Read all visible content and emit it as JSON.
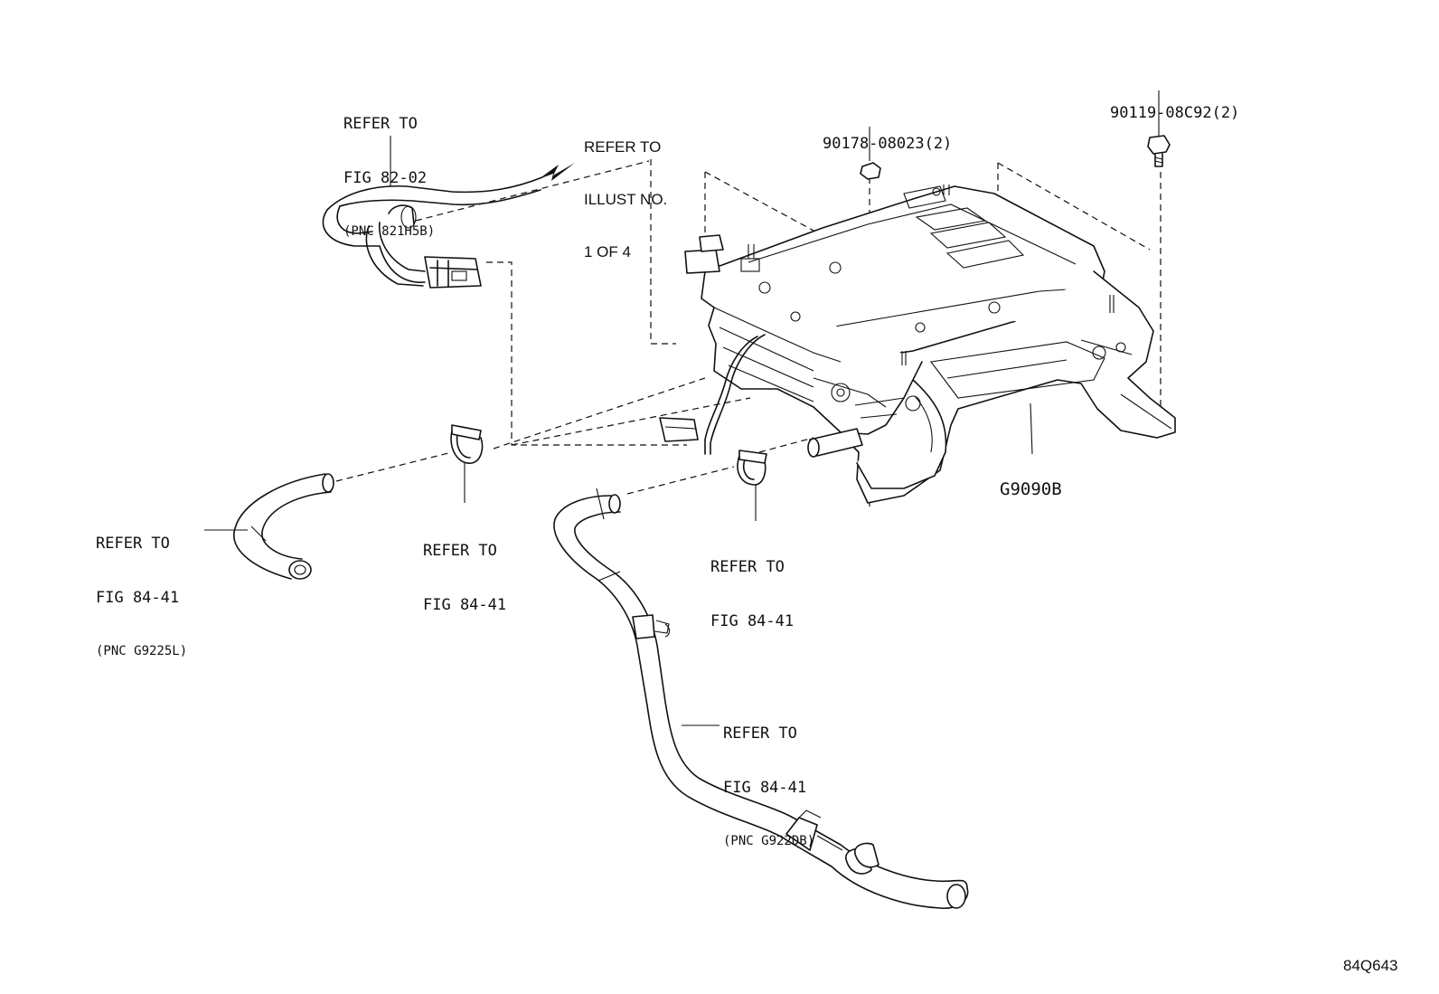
{
  "callouts": {
    "harness_ref": {
      "line1": "REFER TO",
      "line2": "FIG 82-02",
      "line3": "(PNC 821H5B)"
    },
    "illust_ref": {
      "line1": "REFER TO",
      "line2": "ILLUST NO.",
      "line3": "1 OF 4"
    },
    "nut_part": "90178-08023(2)",
    "bolt_part": "90119-08C92(2)",
    "inverter_part": "G9090B",
    "hose_left_ref": {
      "line1": "REFER TO",
      "line2": "FIG 84-41",
      "line3": "(PNC G9225L)"
    },
    "clamp_left_ref": {
      "line1": "REFER TO",
      "line2": "FIG 84-41"
    },
    "clamp_right_ref": {
      "line1": "REFER TO",
      "line2": "FIG 84-41"
    },
    "hose_long_ref": {
      "line1": "REFER TO",
      "line2": "FIG 84-41",
      "line3": "(PNC G922DB)"
    }
  },
  "illustration_code": "84Q643"
}
